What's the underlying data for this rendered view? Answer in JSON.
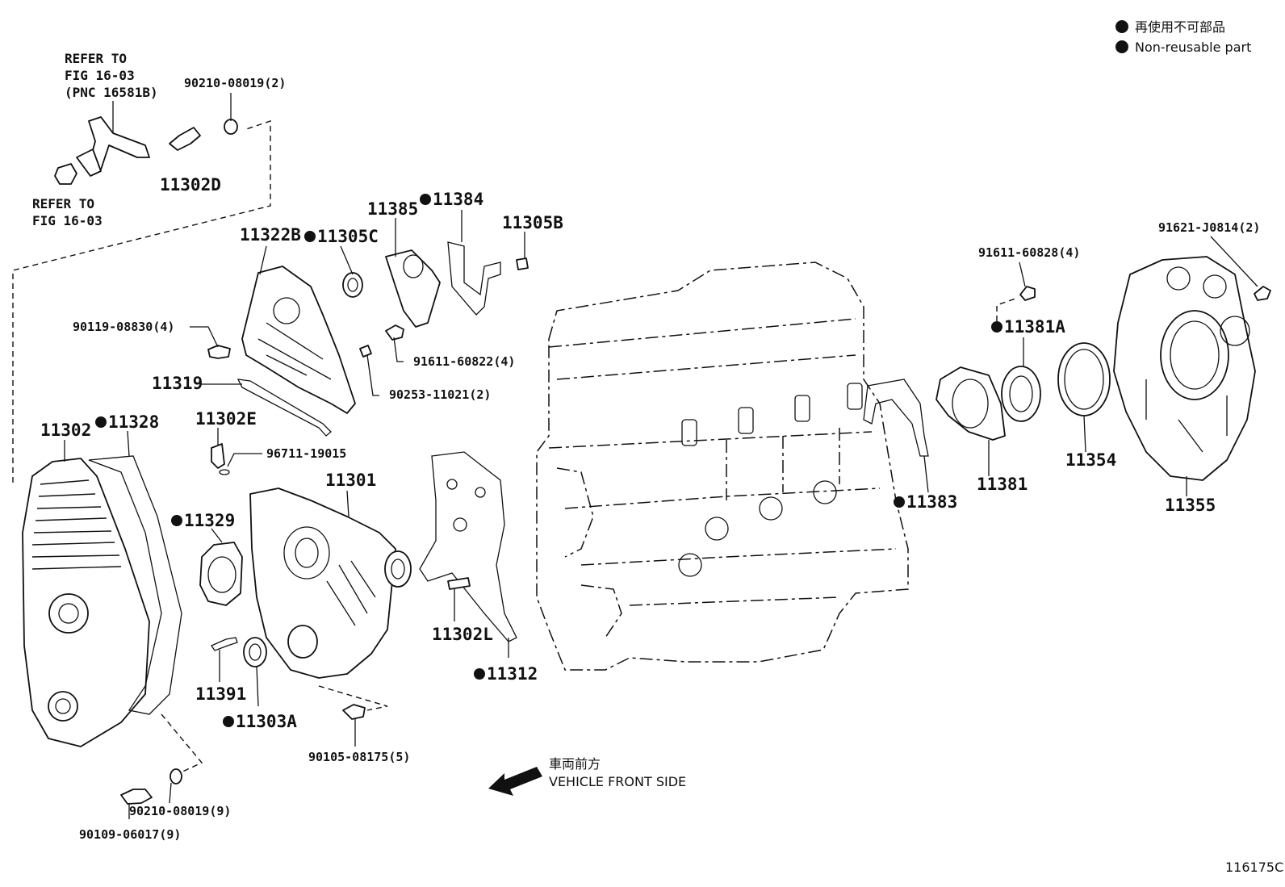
{
  "legend": {
    "japanese": "再使用不可部品",
    "english": "Non-reusable part",
    "marker_color": "#111111"
  },
  "notes": {
    "refer_top": [
      "REFER TO",
      "FIG 16-03",
      "(PNC 16581B)"
    ],
    "refer_bottom": [
      "REFER TO",
      "FIG 16-03"
    ]
  },
  "parts": {
    "p_90210_top": "90210-08019(2)",
    "p_11302D": "11302D",
    "p_11385": "11385",
    "p_11384": "11384",
    "p_11305B": "11305B",
    "p_11322B": "11322B",
    "p_11305C": "11305C",
    "p_90119": "90119-08830(4)",
    "p_91611_mid": "91611-60822(4)",
    "p_11319": "11319",
    "p_90253": "90253-11021(2)",
    "p_11302E": "11302E",
    "p_96711": "96711-19015",
    "p_11302": "11302",
    "p_11328": "11328",
    "p_11301": "11301",
    "p_11329": "11329",
    "p_11302L": "11302L",
    "p_11312": "11312",
    "p_11391": "11391",
    "p_11303A": "11303A",
    "p_90105": "90105-08175(5)",
    "p_90210_bottom": "90210-08019(9)",
    "p_90109": "90109-06017(9)",
    "p_91611_right": "91611-60828(4)",
    "p_91621": "91621-J0814(2)",
    "p_11381A": "11381A",
    "p_11383": "11383",
    "p_11381": "11381",
    "p_11354": "11354",
    "p_11355": "11355"
  },
  "direction": {
    "japanese": "車両前方",
    "english": "VEHICLE FRONT SIDE"
  },
  "figure_code": "116175C"
}
